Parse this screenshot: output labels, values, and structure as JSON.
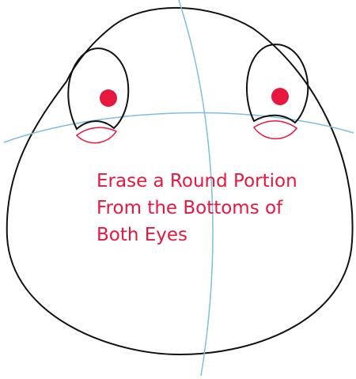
{
  "diagram": {
    "instruction_lines": [
      "Erase a Round Portion",
      "From the Bottoms of",
      "Both Eyes"
    ],
    "colors": {
      "outline": "#111111",
      "guide": "#7fbde0",
      "accent": "#e8173f",
      "background": "#ffffff"
    }
  }
}
